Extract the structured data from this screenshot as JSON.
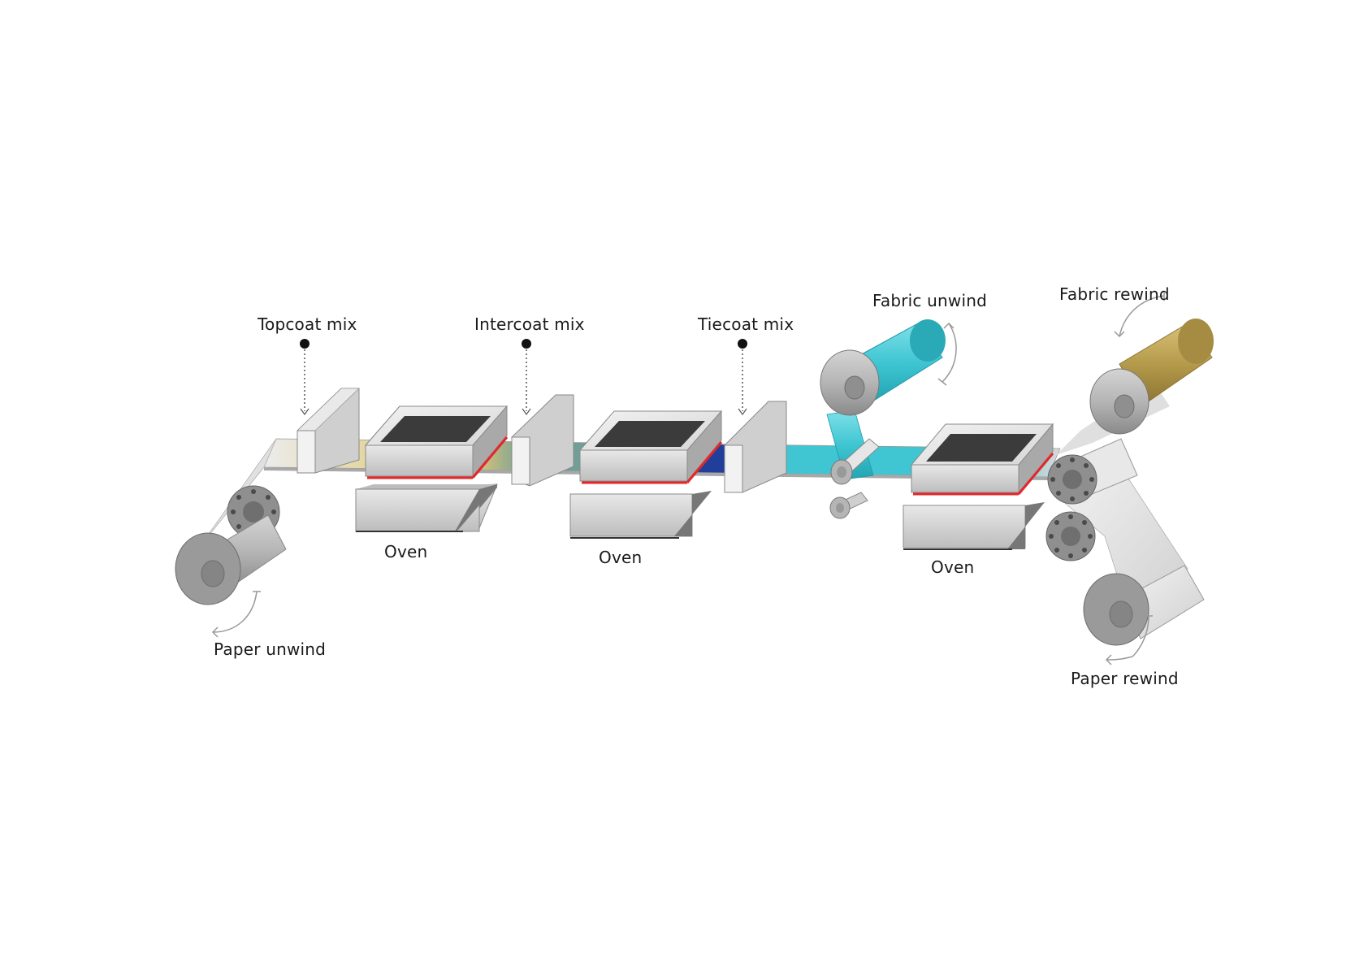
{
  "labels": {
    "topcoat_mix": "Topcoat mix",
    "intercoat_mix": "Intercoat mix",
    "tiecoat_mix": "Tiecoat mix",
    "fabric_unwind": "Fabric unwind",
    "fabric_rewind": "Fabric rewind",
    "oven": "Oven",
    "paper_unwind": "Paper unwind",
    "paper_rewind": "Paper rewind"
  },
  "colors": {
    "topcoat": "#d8c27a",
    "intercoat": "#6f9f97",
    "tiecoat": "#1f3f9a",
    "fabric": "#3fc6d2",
    "fabric_roll_gold": "#b49a4a",
    "paper": "#e6e6e6",
    "roller_grey": "#9a9a9a",
    "heater_red": "#e5262a"
  }
}
